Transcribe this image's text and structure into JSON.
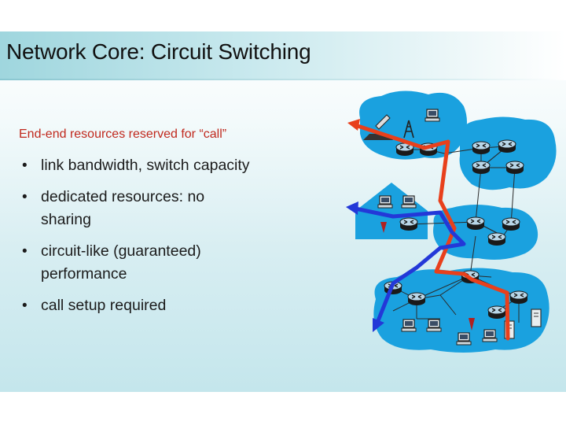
{
  "title": "Network Core: Circuit Switching",
  "subtitle": "End-end resources reserved for “call”",
  "bullets": [
    "link bandwidth,  switch capacity",
    "dedicated resources: no sharing",
    "circuit-like (guaranteed) performance",
    "call setup required"
  ],
  "colors": {
    "circuit_red": "#e8401c",
    "circuit_blue": "#2338d8",
    "cloud": "#1aa1df",
    "subtitle": "#c0281d"
  }
}
